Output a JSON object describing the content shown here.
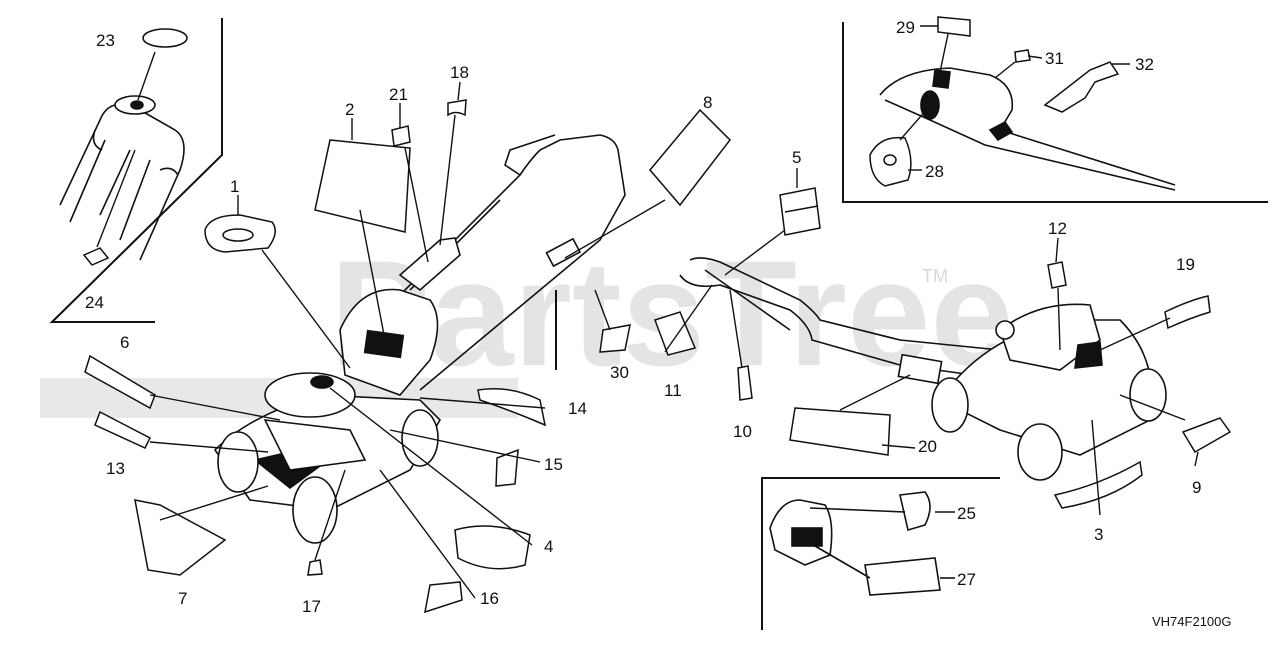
{
  "diagram": {
    "watermark": "PartsTree",
    "trademark": "TM",
    "drawing_code": "VH74F2100G",
    "callouts": {
      "c1": "1",
      "c2": "2",
      "c3": "3",
      "c4": "4",
      "c5": "5",
      "c6": "6",
      "c7": "7",
      "c8": "8",
      "c9": "9",
      "c10": "10",
      "c11": "11",
      "c12": "12",
      "c13": "13",
      "c14": "14",
      "c15": "15",
      "c16": "16",
      "c17": "17",
      "c18": "18",
      "c19": "19",
      "c20": "20",
      "c21": "21",
      "c23": "23",
      "c24": "24",
      "c25": "25",
      "c27": "27",
      "c28": "28",
      "c29": "29",
      "c30": "30",
      "c31": "31",
      "c32": "32"
    }
  }
}
